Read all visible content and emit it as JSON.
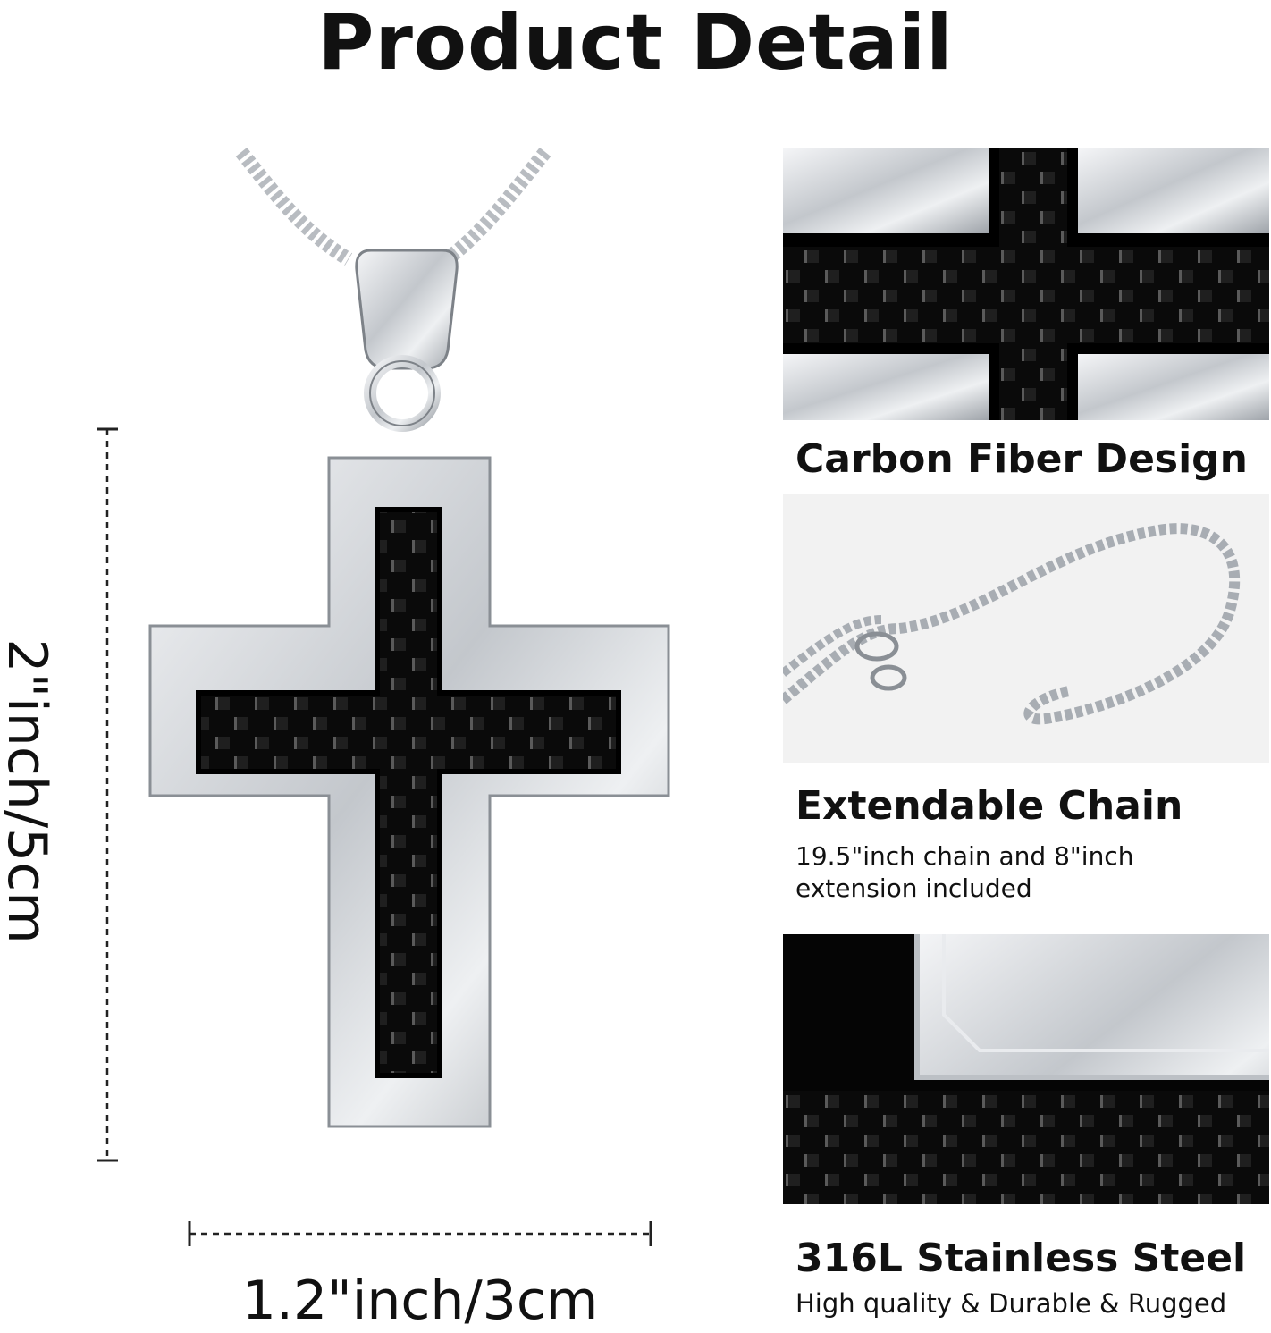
{
  "title": "Product Detail",
  "dimensions": {
    "height_label": "2\"inch/5cm",
    "width_label": "1.2\"inch/3cm"
  },
  "features": [
    {
      "title": "Carbon Fiber Design",
      "subtitle": ""
    },
    {
      "title": "Extendable Chain",
      "subtitle_line1": "19.5\"inch chain and 8\"inch",
      "subtitle_line2": "extension included"
    },
    {
      "title": "316L Stainless Steel",
      "subtitle": "High quality & Durable & Rugged"
    }
  ],
  "colors": {
    "steel": "#c9ccd0",
    "carbon": "#0b0b0b",
    "text": "#111111"
  }
}
